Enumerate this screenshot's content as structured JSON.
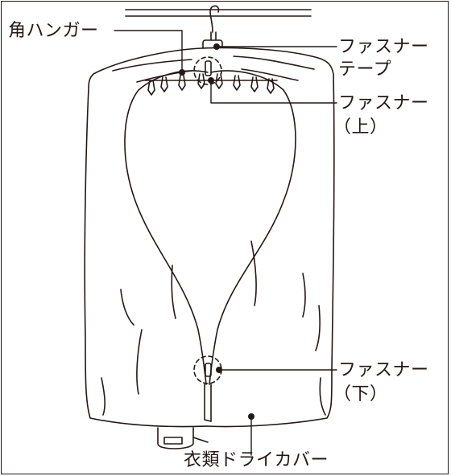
{
  "labels": {
    "hanger": "角ハンガー",
    "zipper_tape_1": "ファスナー",
    "zipper_tape_2": "テープ",
    "zipper_top_1": "ファスナー",
    "zipper_top_2": "（上）",
    "zipper_bottom_1": "ファスナー",
    "zipper_bottom_2": "（下）",
    "cover": "衣類ドライカバー"
  }
}
